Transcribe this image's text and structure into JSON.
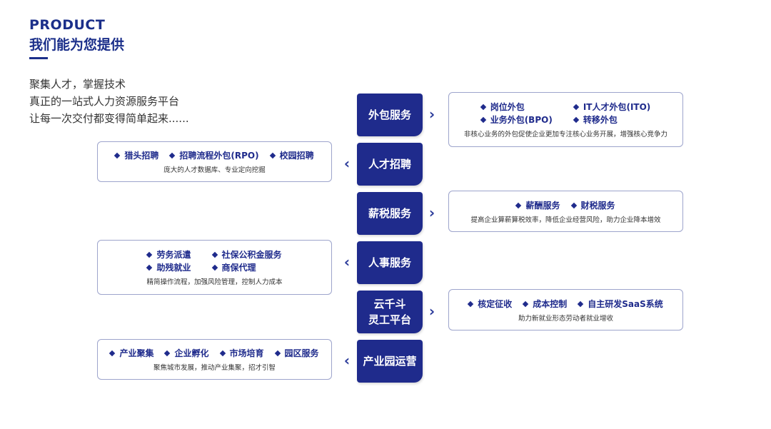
{
  "header": {
    "title_en": "PRODUCT",
    "title_cn": "我们能为您提供"
  },
  "intro": {
    "lines": [
      "聚集人才，掌握技术",
      "真正的一站式人力资源服务平台",
      "让每一次交付都变得简单起来......"
    ]
  },
  "services": [
    {
      "name": "外包服务",
      "items": [
        "岗位外包",
        "IT人才外包(ITO)",
        "业务外包(BPO)",
        "转移外包"
      ],
      "desc": "非核心业务的外包促使企业更加专注核心业务开展，增强核心竞争力"
    },
    {
      "name": "人才招聘",
      "items": [
        "猎头招聘",
        "招聘流程外包(RPO)",
        "校园招聘"
      ],
      "desc": "庞大的人才数据库、专业定向挖掘"
    },
    {
      "name": "薪税服务",
      "items": [
        "薪酬服务",
        "财税服务"
      ],
      "desc": "提高企业算薪算税效率，降低企业经营风险，助力企业降本增效"
    },
    {
      "name": "人事服务",
      "items": [
        "劳务派遣",
        "社保公积金服务",
        "助残就业",
        "商保代理"
      ],
      "desc": "精简操作流程，加强风险管理，控制人力成本"
    },
    {
      "name_lines": [
        "云千斗",
        "灵工平台"
      ],
      "items": [
        "核定征收",
        "成本控制",
        "自主研发SaaS系统"
      ],
      "desc": "助力新就业形态劳动者就业增收"
    },
    {
      "name": "产业园运营",
      "items": [
        "产业聚集",
        "企业孵化",
        "市场培育",
        "园区服务"
      ],
      "desc": "聚焦城市发展，推动产业集聚，招才引智"
    }
  ],
  "icons": {
    "right": "chevron-right-icon",
    "left": "chevron-left-icon",
    "bullet": "diamond-bullet-icon"
  },
  "colors": {
    "primary": "#1f2b8c",
    "border": "#9da4cc"
  }
}
